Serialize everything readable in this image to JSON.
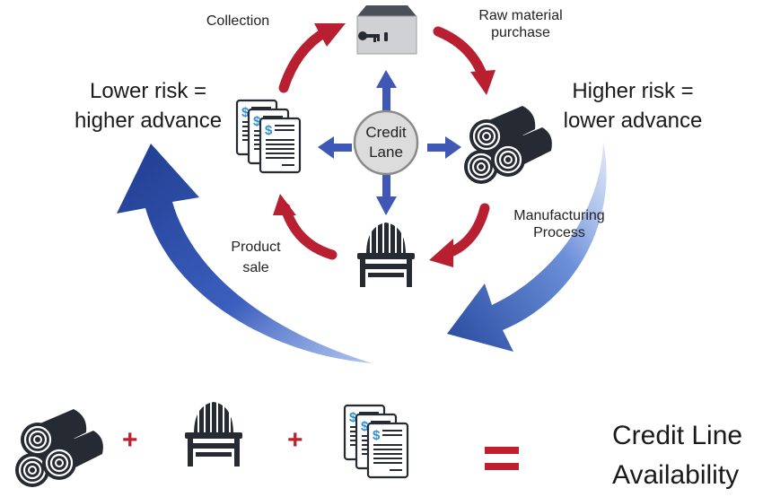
{
  "labels": {
    "collection": "Collection",
    "raw_material_line1": "Raw material",
    "raw_material_line2": "purchase",
    "manufacturing_line1": "Manufacturing",
    "manufacturing_line2": "Process",
    "product_sale_line1": "Product",
    "product_sale_line2": "sale",
    "lower_risk_line1": "Lower risk =",
    "lower_risk_line2": "higher advance",
    "higher_risk_line1": "Higher risk =",
    "higher_risk_line2": "lower advance",
    "credit_lane_line1": "Credit",
    "credit_lane_line2": "Lane"
  },
  "equation": {
    "plus": "+",
    "result_line1": "Credit Line",
    "result_line2": "Availability"
  },
  "colors": {
    "red_arrow": "#b81f30",
    "blue_arrow": "#3f58b5",
    "big_blue_dark": "#1f3d8f",
    "big_blue_light": "#7fa2e0",
    "icon_dark": "#262a33",
    "dollar_blue": "#2f8fd8",
    "circle_fill": "#dcdcdc",
    "operator_red": "#c0202e"
  },
  "icons": [
    "safe-icon",
    "logs-icon",
    "adirondack-chair-icon",
    "invoices-icon"
  ]
}
